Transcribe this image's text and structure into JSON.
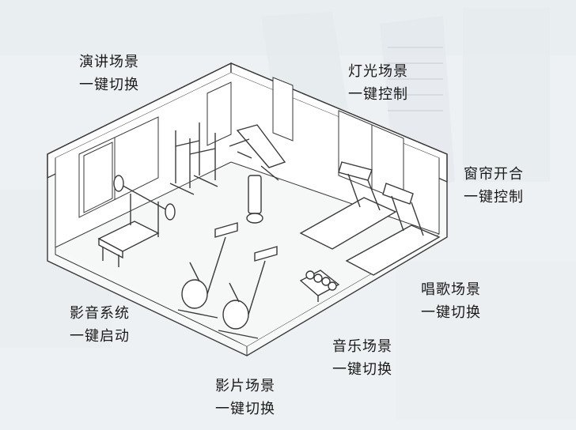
{
  "labels": {
    "speech": {
      "line1": "演讲场景",
      "line2": "一键切换"
    },
    "light": {
      "line1": "灯光场景",
      "line2": "一键控制"
    },
    "curtain": {
      "line1": "窗帘开合",
      "line2": "一键控制"
    },
    "av": {
      "line1": "影音系统",
      "line2": "一键启动"
    },
    "sing": {
      "line1": "唱歌场景",
      "line2": "一键切换"
    },
    "music": {
      "line1": "音乐场景",
      "line2": "一键切换"
    },
    "movie": {
      "line1": "影片场景",
      "line2": "一键切换"
    }
  },
  "colors": {
    "line": "#3a3a3a",
    "floor": "#f7f8f8",
    "wall": "#ffffff",
    "background": "#eef2f4"
  },
  "icons": [
    "gym-room-isometric",
    "bench-press",
    "squat-rack",
    "incline-bench",
    "punching-bag",
    "treadmill",
    "exercise-bike",
    "dumbbell-rack"
  ]
}
